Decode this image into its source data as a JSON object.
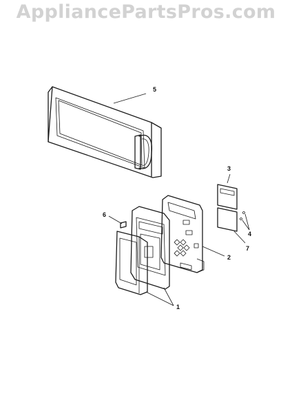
{
  "watermark": "AppliancePartsPros.com",
  "callouts": {
    "door": "5",
    "control_panel": "2",
    "label_top": "3",
    "screws": "4",
    "label_bottom": "7",
    "clip": "6",
    "door_assembly": "1"
  }
}
